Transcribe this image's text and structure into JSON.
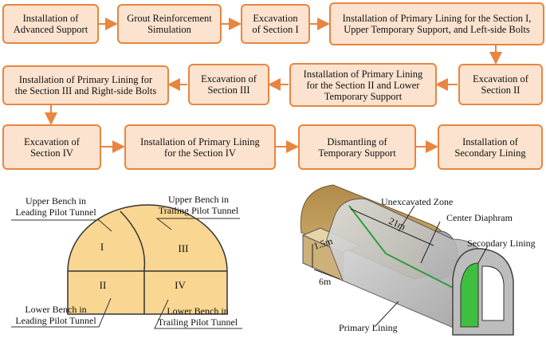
{
  "flowchart": {
    "steps": [
      {
        "id": "s1",
        "text": "Installation of\nAdvanced Support"
      },
      {
        "id": "s2",
        "text": "Grout Reinforcement\nSimulation"
      },
      {
        "id": "s3",
        "text": "Excavation\nof Section I"
      },
      {
        "id": "s4",
        "text": "Installation of Primary Lining for the Section I,\nUpper Temporary Support, and Left-side Bolts"
      },
      {
        "id": "s5",
        "text": "Excavation of\nSection II"
      },
      {
        "id": "s6",
        "text": "Installation of Primary Lining\nfor the Section II and Lower\nTemporary Support"
      },
      {
        "id": "s7",
        "text": "Excavation of\nSection III"
      },
      {
        "id": "s8",
        "text": "Installation of Primary Lining for\nthe Section III and Right-side Bolts"
      },
      {
        "id": "s9",
        "text": "Excavation of\nSection IV"
      },
      {
        "id": "s10",
        "text": "Installation of Primary Lining\nfor the Section IV"
      },
      {
        "id": "s11",
        "text": "Dismantling of\nTemporary Support"
      },
      {
        "id": "s12",
        "text": "Installation of\nSecondary Lining"
      }
    ],
    "colors": {
      "fill": "#fbe3cf",
      "border": "#e9853f",
      "arrow": "#e9853f"
    }
  },
  "cross_section": {
    "regions": {
      "I": "I",
      "II": "II",
      "III": "III",
      "IV": "IV"
    },
    "labels": {
      "upper_leading": "Upper Bench in\nLeading Pilot Tunnel",
      "upper_trailing": "Upper Bench in\nTrailing Pilot Tunnel",
      "lower_leading": "Lower Bench in\nLeading Pilot Tunnel",
      "lower_trailing": "Lower Bench in\nTrailing Pilot Tunnel"
    },
    "colors": {
      "fill": "#f9d691",
      "stroke": "#333333"
    }
  },
  "tunnel_3d": {
    "labels": {
      "unexcavated": "Unexcavated Zone",
      "diaphragm": "Center Diaphram",
      "secondary": "Secondary Lining",
      "primary": "Primary Lining"
    },
    "dimensions": {
      "length": "21m",
      "height": "1.5m",
      "width": "6m"
    },
    "colors": {
      "soil": "#c9a765",
      "lining": "#c8c8c8",
      "diaphragm": "#3aa64a"
    }
  }
}
